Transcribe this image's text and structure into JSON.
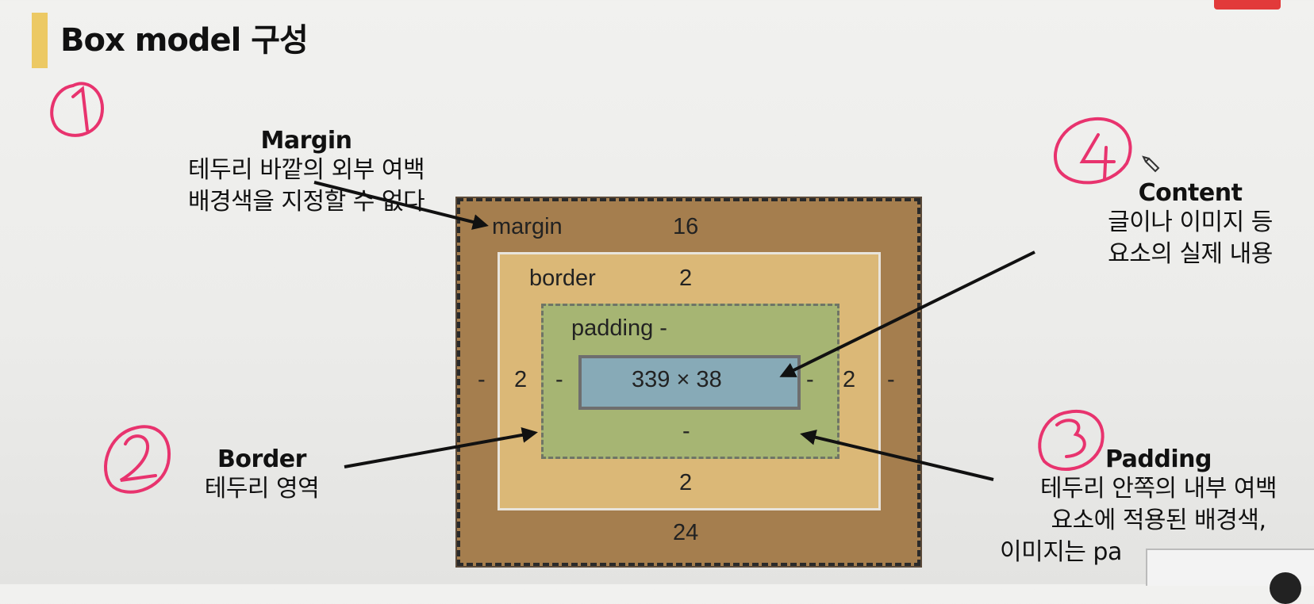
{
  "title": "Box model 구성",
  "margin_label": {
    "head": "Margin",
    "lines": [
      "테두리 바깥의 외부 여백",
      "배경색을 지정할 수 없다"
    ]
  },
  "border_label": {
    "head": "Border",
    "lines": [
      "테두리 영역"
    ]
  },
  "content_label": {
    "head": "Content",
    "lines": [
      "글이나 이미지 등",
      "요소의 실제 내용"
    ]
  },
  "padding_label": {
    "head": "Padding",
    "lines": [
      "테두리 안쪽의 내부 여백",
      "요소에 적용된 배경색,",
      "이미지는 pa"
    ]
  },
  "annotations": [
    "1",
    "2",
    "3",
    "4"
  ],
  "box_model": {
    "margin": {
      "label": "margin",
      "top": "16",
      "bottom": "24",
      "left": "-",
      "right": "-"
    },
    "border": {
      "label": "border",
      "top": "2",
      "bottom": "2",
      "left": "2",
      "right": "2"
    },
    "padding": {
      "label": "padding -",
      "bottom": "-",
      "left": "-",
      "right": "-"
    },
    "content": {
      "size": "339 × 38"
    }
  },
  "colors": {
    "accent": "#ecc964",
    "annotation": "#e8336e",
    "margin": "#a57e4e",
    "border": "#dbb877",
    "padding": "#a6b573",
    "content": "#87aab7"
  }
}
